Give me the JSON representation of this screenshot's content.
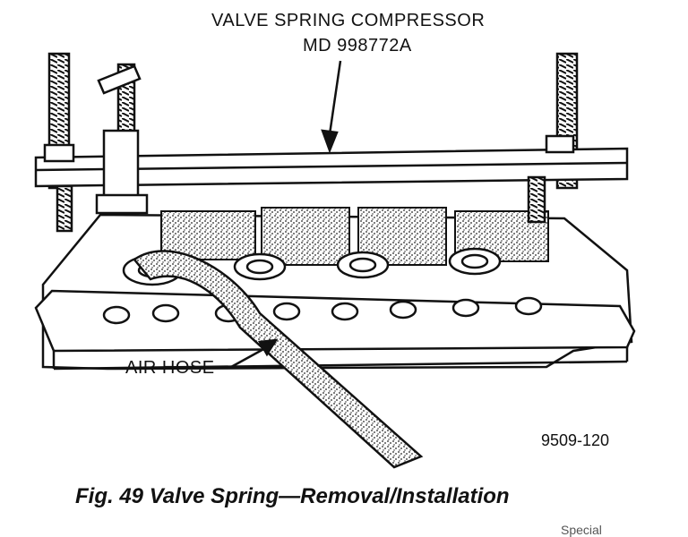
{
  "labels": {
    "tool_name": "VALVE SPRING COMPRESSOR",
    "tool_part": "MD 998772A",
    "hose": "AIR HOSE",
    "figure_code": "9509-120"
  },
  "caption": "Fig. 49 Valve Spring—Removal/Installation",
  "corner_text": "Special"
}
